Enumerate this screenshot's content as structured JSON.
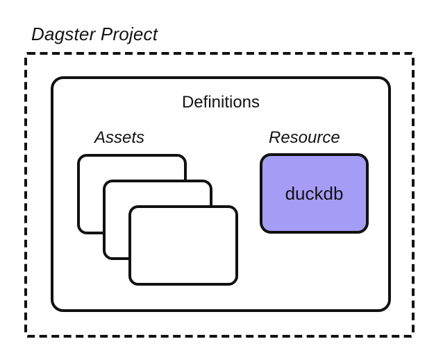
{
  "diagram": {
    "title": "Dagster Project",
    "definitions_label": "Definitions",
    "assets_label": "Assets",
    "assets_card_count": 3,
    "resource_label": "Resource",
    "resource_box_label": "duckdb",
    "connections": [
      {
        "from": "asset-card-1",
        "to": "duckdb"
      },
      {
        "from": "asset-card-2",
        "to": "duckdb"
      },
      {
        "from": "asset-card-3",
        "to": "duckdb"
      }
    ],
    "colors": {
      "background": "#ffffff",
      "outline": "#111111",
      "resource_fill": "#a59df5",
      "connector": "#3b4252",
      "text": "#121212"
    }
  }
}
